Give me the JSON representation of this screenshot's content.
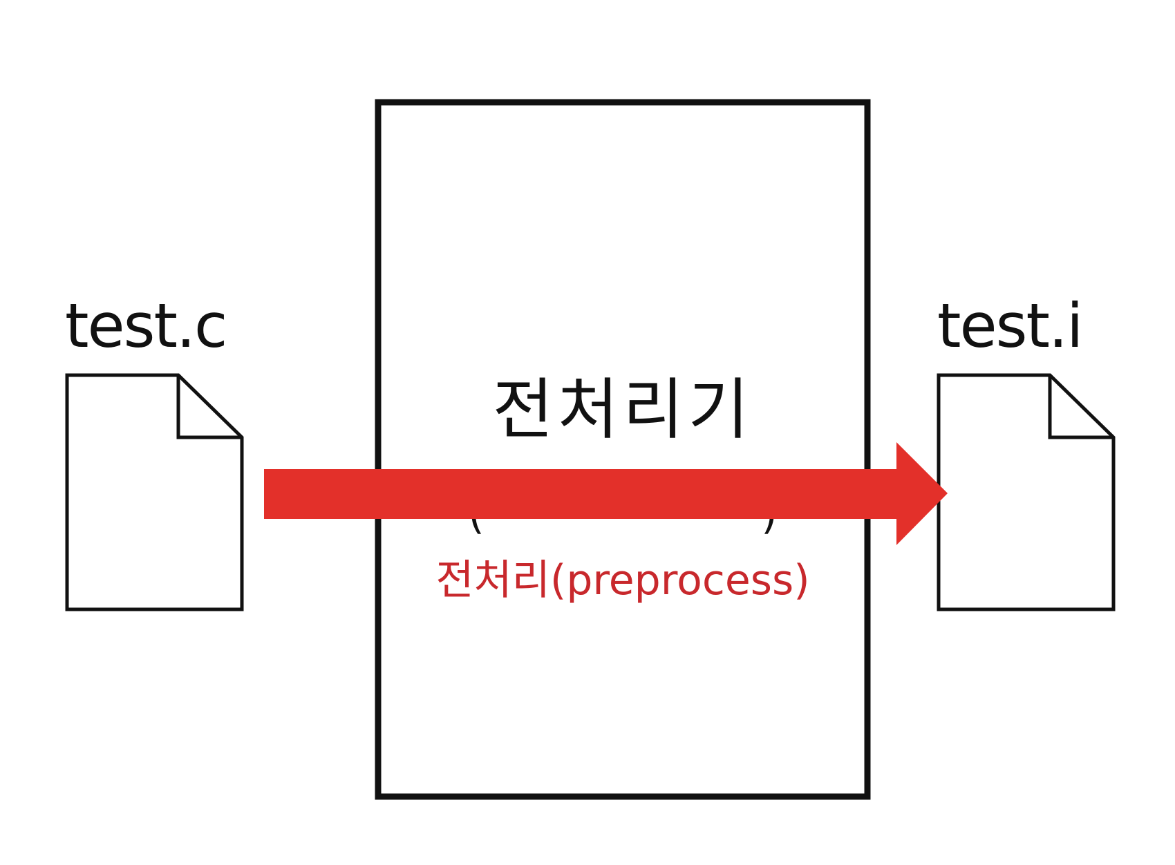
{
  "input_file": {
    "name": "test.c",
    "icon": "file-icon"
  },
  "output_file": {
    "name": "test.i",
    "icon": "file-icon"
  },
  "processor": {
    "title": "전처리기",
    "caption": "전처리(preprocess)"
  },
  "flow_arrow": {
    "color": "#e3302a",
    "direction": "right"
  },
  "colors": {
    "stroke": "#111111",
    "arrow": "#e3302a",
    "caption": "#c8282c"
  }
}
